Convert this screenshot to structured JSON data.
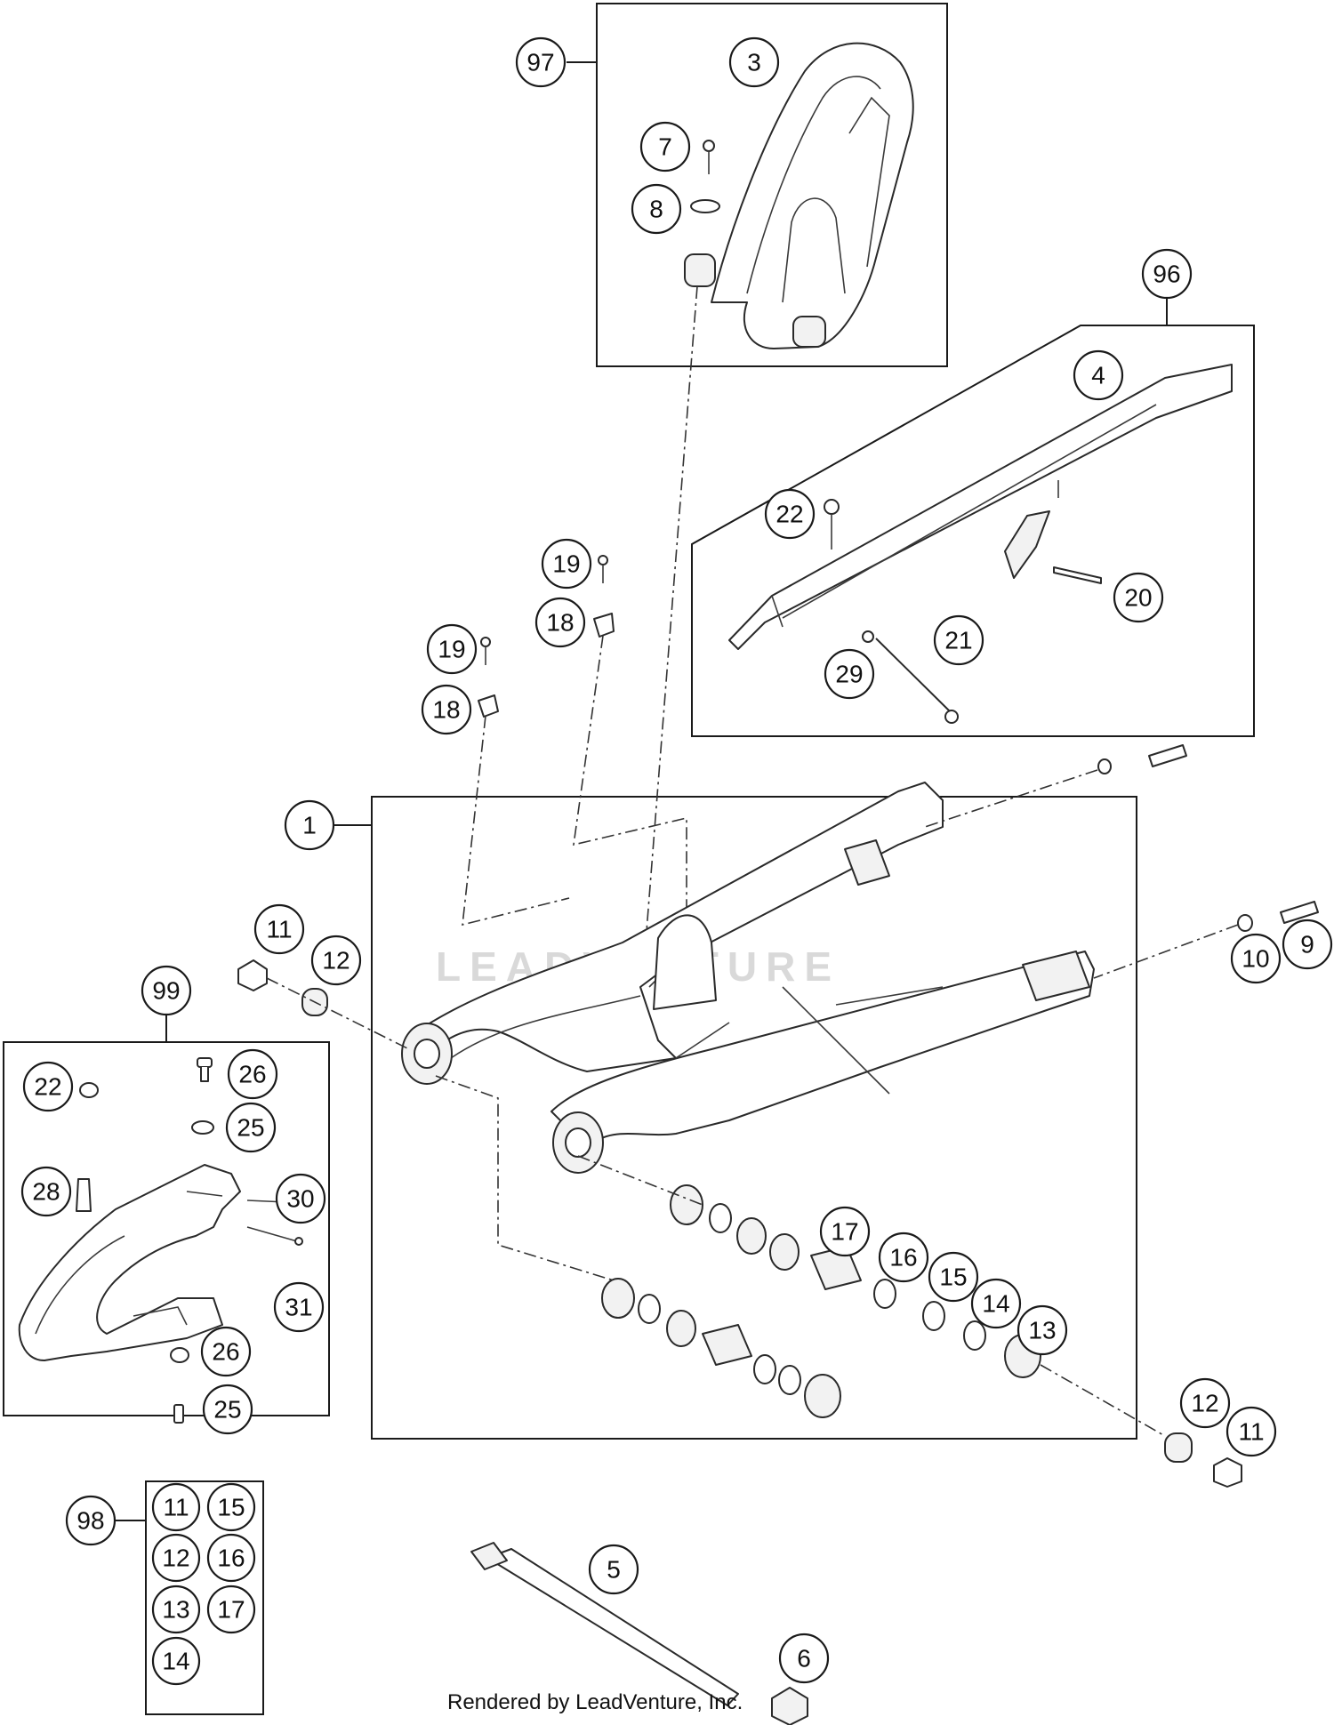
{
  "watermark": "LEADVENTURE",
  "credit": "Rendered by LeadVenture, Inc.",
  "callouts": [
    {
      "id": "97",
      "label": "97"
    },
    {
      "id": "3",
      "label": "3"
    },
    {
      "id": "7",
      "label": "7"
    },
    {
      "id": "8",
      "label": "8"
    },
    {
      "id": "96",
      "label": "96"
    },
    {
      "id": "4",
      "label": "4"
    },
    {
      "id": "22a",
      "label": "22"
    },
    {
      "id": "20",
      "label": "20"
    },
    {
      "id": "21",
      "label": "21"
    },
    {
      "id": "29",
      "label": "29"
    },
    {
      "id": "19a",
      "label": "19"
    },
    {
      "id": "18a",
      "label": "18"
    },
    {
      "id": "19b",
      "label": "19"
    },
    {
      "id": "18b",
      "label": "18"
    },
    {
      "id": "1",
      "label": "1"
    },
    {
      "id": "11a",
      "label": "11"
    },
    {
      "id": "12a",
      "label": "12"
    },
    {
      "id": "10",
      "label": "10"
    },
    {
      "id": "9",
      "label": "9"
    },
    {
      "id": "99",
      "label": "99"
    },
    {
      "id": "26a",
      "label": "26"
    },
    {
      "id": "22b",
      "label": "22"
    },
    {
      "id": "25a",
      "label": "25"
    },
    {
      "id": "28",
      "label": "28"
    },
    {
      "id": "30",
      "label": "30"
    },
    {
      "id": "31",
      "label": "31"
    },
    {
      "id": "26b",
      "label": "26"
    },
    {
      "id": "25b",
      "label": "25"
    },
    {
      "id": "17",
      "label": "17"
    },
    {
      "id": "16",
      "label": "16"
    },
    {
      "id": "15",
      "label": "15"
    },
    {
      "id": "14",
      "label": "14"
    },
    {
      "id": "13",
      "label": "13"
    },
    {
      "id": "12b",
      "label": "12"
    },
    {
      "id": "11b",
      "label": "11"
    },
    {
      "id": "98",
      "label": "98"
    },
    {
      "id": "k11",
      "label": "11"
    },
    {
      "id": "k15",
      "label": "15"
    },
    {
      "id": "k12",
      "label": "12"
    },
    {
      "id": "k16",
      "label": "16"
    },
    {
      "id": "k13",
      "label": "13"
    },
    {
      "id": "k17",
      "label": "17"
    },
    {
      "id": "k14",
      "label": "14"
    },
    {
      "id": "5",
      "label": "5"
    },
    {
      "id": "6",
      "label": "6"
    }
  ]
}
